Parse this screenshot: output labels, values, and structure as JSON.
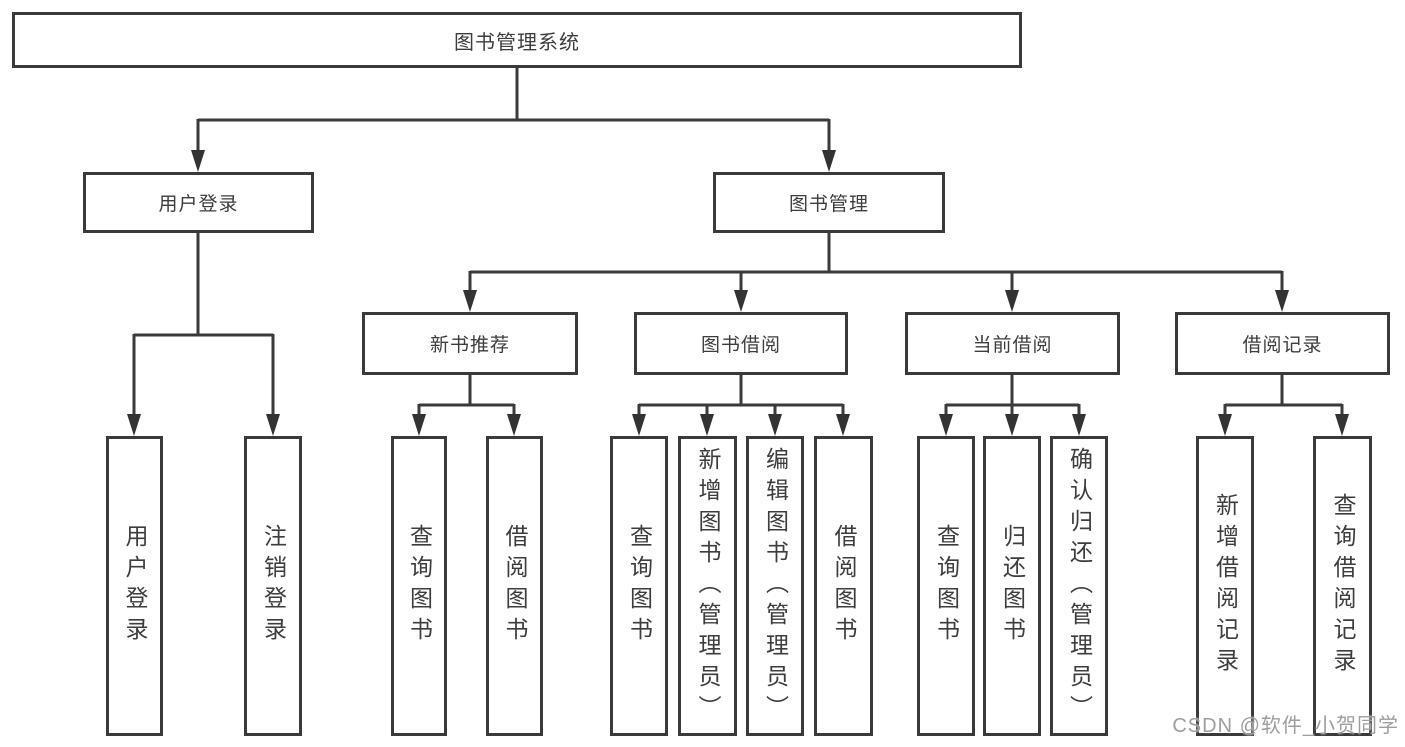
{
  "diagram": {
    "root": {
      "label": "图书管理系统"
    },
    "branches": [
      {
        "label": "用户登录",
        "children": [
          {
            "label": "用户登录"
          },
          {
            "label": "注销登录"
          }
        ]
      },
      {
        "label": "图书管理",
        "children": [
          {
            "label": "新书推荐",
            "children": [
              {
                "label": "查询图书"
              },
              {
                "label": "借阅图书"
              }
            ]
          },
          {
            "label": "图书借阅",
            "children": [
              {
                "label": "查询图书"
              },
              {
                "label": "新增图书（管理员）"
              },
              {
                "label": "编辑图书（管理员）"
              },
              {
                "label": "借阅图书"
              }
            ]
          },
          {
            "label": "当前借阅",
            "children": [
              {
                "label": "查询图书"
              },
              {
                "label": "归还图书"
              },
              {
                "label": "确认归还（管理员）"
              }
            ]
          },
          {
            "label": "借阅记录",
            "children": [
              {
                "label": "新增借阅记录"
              },
              {
                "label": "查询借阅记录"
              }
            ]
          }
        ]
      }
    ]
  },
  "watermark": {
    "text": "CSDN @软件_小贺同学"
  },
  "colors": {
    "line": "#3a3a3a",
    "box_border": "#3a3a3a",
    "text": "#3d3d3d",
    "watermark": "#9e9e9e",
    "background": "#ffffff"
  }
}
